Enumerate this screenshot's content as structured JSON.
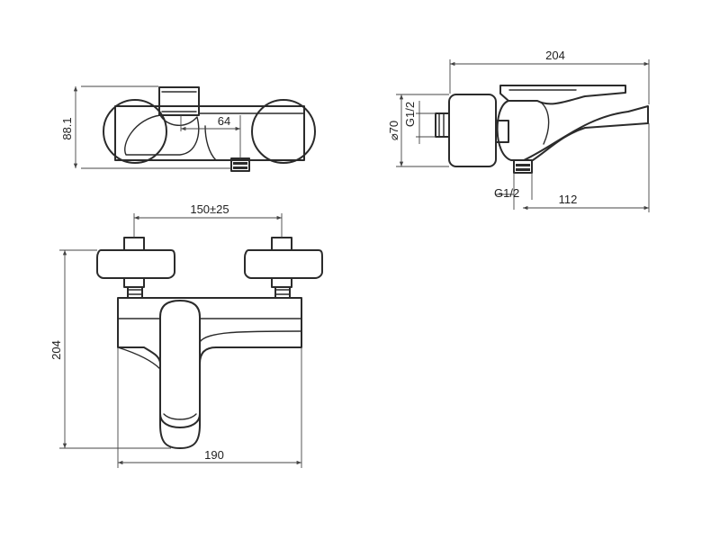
{
  "dimensions": {
    "top_height": "88.1",
    "top_spacing": "64",
    "side_length": "204",
    "side_diameter": "⌀70",
    "side_thread_inlet": "G1/2",
    "side_thread_outlet": "G1/2",
    "side_projection": "112",
    "front_centers": "150±25",
    "front_height": "204",
    "front_width": "190"
  },
  "colors": {
    "line": "#2b2b2b",
    "dimension": "#444444",
    "background": "#ffffff"
  }
}
